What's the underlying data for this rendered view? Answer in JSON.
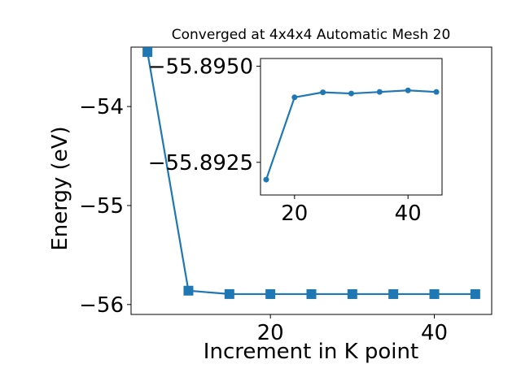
{
  "chart_data": [
    {
      "type": "line",
      "title": "Converged at 4x4x4 Automatic Mesh 20",
      "xlabel": "Increment in K point",
      "ylabel": "Energy (eV)",
      "x": [
        5,
        10,
        15,
        20,
        25,
        30,
        35,
        40,
        45
      ],
      "y": [
        -53.45,
        -55.86,
        -55.894,
        -55.8945,
        -55.8945,
        -55.8945,
        -55.8945,
        -55.8945,
        -55.8945
      ],
      "xlim": [
        3,
        47
      ],
      "ylim": [
        -56.1,
        -53.4
      ],
      "xticks": [
        20,
        40
      ],
      "xtick_labels": [
        "20",
        "40"
      ],
      "yticks": [
        -56,
        -55,
        -54
      ],
      "ytick_labels": [
        "−56",
        "−55",
        "−54"
      ],
      "marker": "square",
      "color": "#1f77b4",
      "grid": false
    },
    {
      "type": "line",
      "inset": true,
      "x": [
        15,
        20,
        25,
        30,
        35,
        40,
        45
      ],
      "y": [
        -55.89205,
        -55.89419,
        -55.89432,
        -55.89429,
        -55.89433,
        -55.89437,
        -55.89433
      ],
      "xlim": [
        14,
        46
      ],
      "ylim": [
        -55.89165,
        -55.8952
      ],
      "xticks": [
        20,
        40
      ],
      "xtick_labels": [
        "20",
        "40"
      ],
      "yticks": [
        -55.8925,
        -55.895
      ],
      "ytick_labels": [
        "−55.8925",
        "−55.8950"
      ],
      "marker": "circle",
      "color": "#1f77b4",
      "grid": false
    }
  ]
}
